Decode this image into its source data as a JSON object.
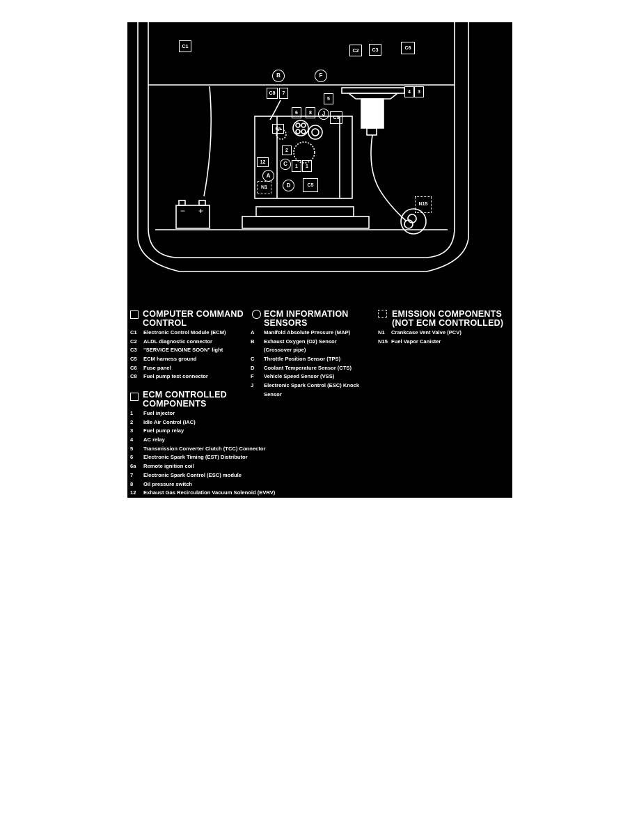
{
  "diagram": {
    "components": {
      "c1": "C1",
      "c2": "C2",
      "c3": "C3",
      "c6": "C6",
      "c8": "C8",
      "c5a": "C5",
      "c5b": "C5",
      "n1": "N1",
      "n15": "N15",
      "s_b": "B",
      "s_f": "F",
      "s_a": "A",
      "s_c": "C",
      "s_d": "D",
      "s_j": "J",
      "n7": "7",
      "n5": "5",
      "n6": "6",
      "n8": "8",
      "n6a": "6a",
      "n2": "2",
      "n12": "12",
      "n1a": "1",
      "n1b": "1",
      "n4": "4",
      "n3": "3"
    },
    "battery": {
      "minus": "−",
      "plus": "+"
    }
  },
  "legend": {
    "computer_command": {
      "title_line1": "COMPUTER COMMAND",
      "title_line2": "CONTROL",
      "items": [
        {
          "code": "C1",
          "text": "Electronic Control Module (ECM)"
        },
        {
          "code": "C2",
          "text": "ALDL diagnostic connector"
        },
        {
          "code": "C3",
          "text": "\"SERVICE ENGINE SOON\" light"
        },
        {
          "code": "C5",
          "text": "ECM harness ground"
        },
        {
          "code": "C6",
          "text": "Fuse panel"
        },
        {
          "code": "C8",
          "text": "Fuel pump test connector"
        }
      ]
    },
    "ecm_controlled": {
      "title_line1": "ECM CONTROLLED",
      "title_line2": "COMPONENTS",
      "items": [
        {
          "code": "1",
          "text": "Fuel injector"
        },
        {
          "code": "2",
          "text": "Idle Air Control (IAC)"
        },
        {
          "code": "3",
          "text": "Fuel pump relay"
        },
        {
          "code": "4",
          "text": "AC relay"
        },
        {
          "code": "5",
          "text": "Transmission Converter Clutch (TCC) Connector"
        },
        {
          "code": "6",
          "text": "Electronic Spark Timing (EST) Distributor"
        },
        {
          "code": "6a",
          "text": "Remote ignition coil"
        },
        {
          "code": "7",
          "text": "Electronic Spark Control (ESC) module"
        },
        {
          "code": "8",
          "text": "Oil pressure switch"
        },
        {
          "code": "12",
          "text": "Exhaust Gas Recirculation Vacuum Solenoid (EVRV)"
        }
      ]
    },
    "ecm_information": {
      "title_line1": "ECM INFORMATION",
      "title_line2": "SENSORS",
      "items": [
        {
          "code": "A",
          "text": "Manifold Absolute Pressure (MAP)"
        },
        {
          "code": "B",
          "text": "Exhaust Oxygen (O2) Sensor"
        },
        {
          "code": "",
          "text": "(Crossover pipe)"
        },
        {
          "code": "C",
          "text": "Throttle Position Sensor (TPS)"
        },
        {
          "code": "D",
          "text": "Coolant Temperature Sensor (CTS)"
        },
        {
          "code": "F",
          "text": "Vehicle Speed Sensor (VSS)"
        },
        {
          "code": "J",
          "text": "Electronic Spark Control (ESC) Knock"
        },
        {
          "code": "",
          "text": "Sensor"
        }
      ]
    },
    "emission": {
      "title_line1": "EMISSION COMPONENTS",
      "title_line2": "(NOT ECM CONTROLLED)",
      "items": [
        {
          "code": "N1",
          "text": "Crankcase Vent Valve (PCV)"
        },
        {
          "code": "N15",
          "text": "Fuel Vapor Canister"
        }
      ]
    }
  }
}
